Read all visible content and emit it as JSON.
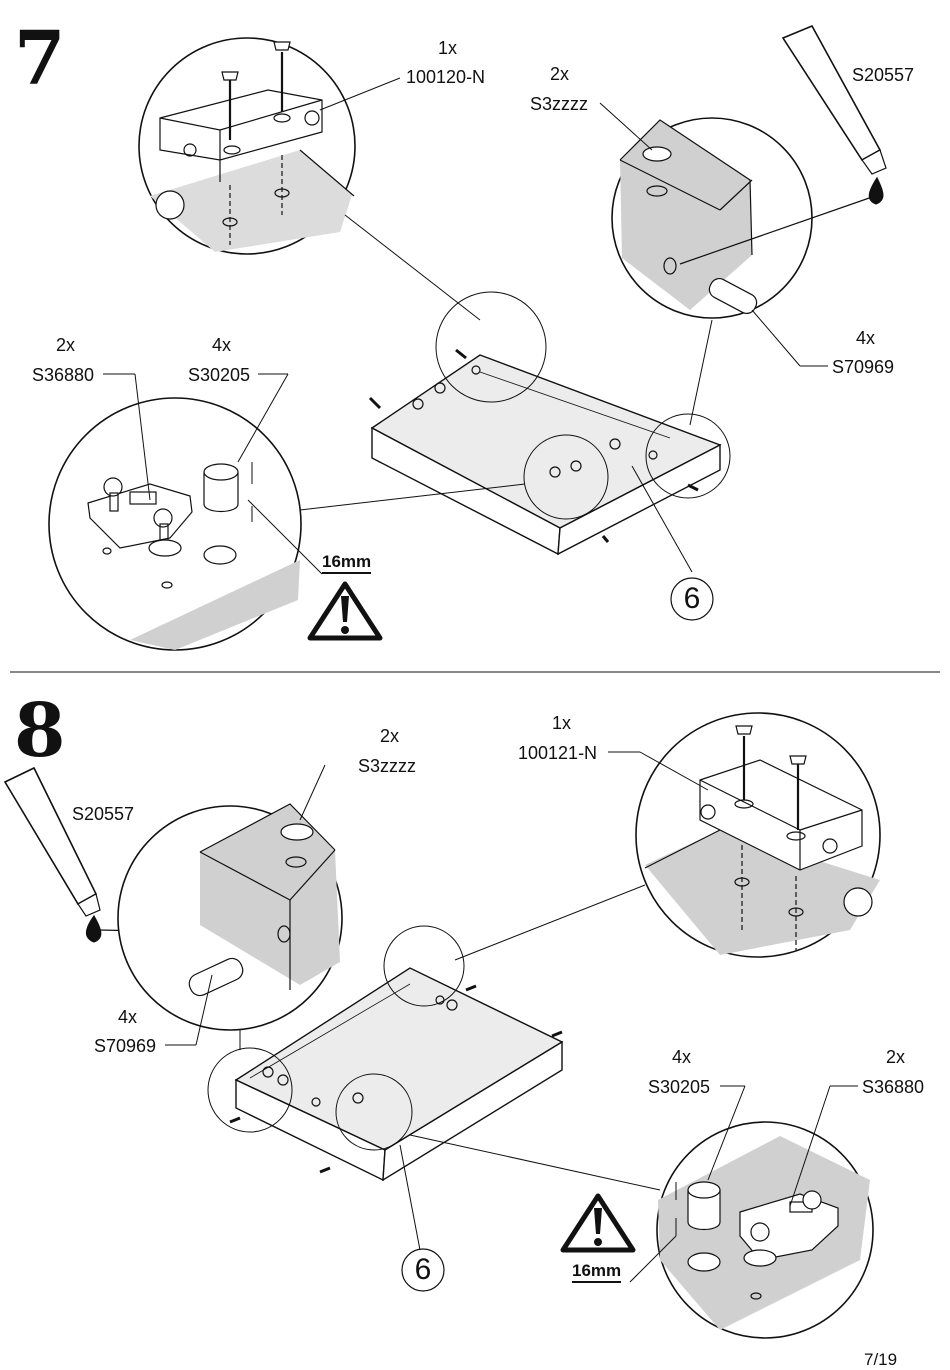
{
  "steps": [
    {
      "number": "7",
      "callouts": {
        "hinge_plate": {
          "qty": "1x",
          "code": "100120-N"
        },
        "cap": {
          "qty": "2x",
          "code": "S3zzzz"
        },
        "glue": {
          "code": "S20557"
        },
        "dowel": {
          "qty": "4x",
          "code": "S70969"
        },
        "hinge_base": {
          "qty": "2x",
          "code": "S36880"
        },
        "cam": {
          "qty": "4x",
          "code": "S30205"
        }
      },
      "warning": "16mm",
      "part_number": "6"
    },
    {
      "number": "8",
      "callouts": {
        "cap": {
          "qty": "2x",
          "code": "S3zzzz"
        },
        "hinge_plate": {
          "qty": "1x",
          "code": "100121-N"
        },
        "glue": {
          "code": "S20557"
        },
        "dowel": {
          "qty": "4x",
          "code": "S70969"
        },
        "cam": {
          "qty": "4x",
          "code": "S30205"
        },
        "hinge_base": {
          "qty": "2x",
          "code": "S36880"
        }
      },
      "warning": "16mm",
      "part_number": "6"
    }
  ],
  "page_number": "7/19",
  "colors": {
    "ink": "#111111",
    "panel_fill": "#e6e6e6",
    "panel_shade": "#cfcfcf"
  }
}
